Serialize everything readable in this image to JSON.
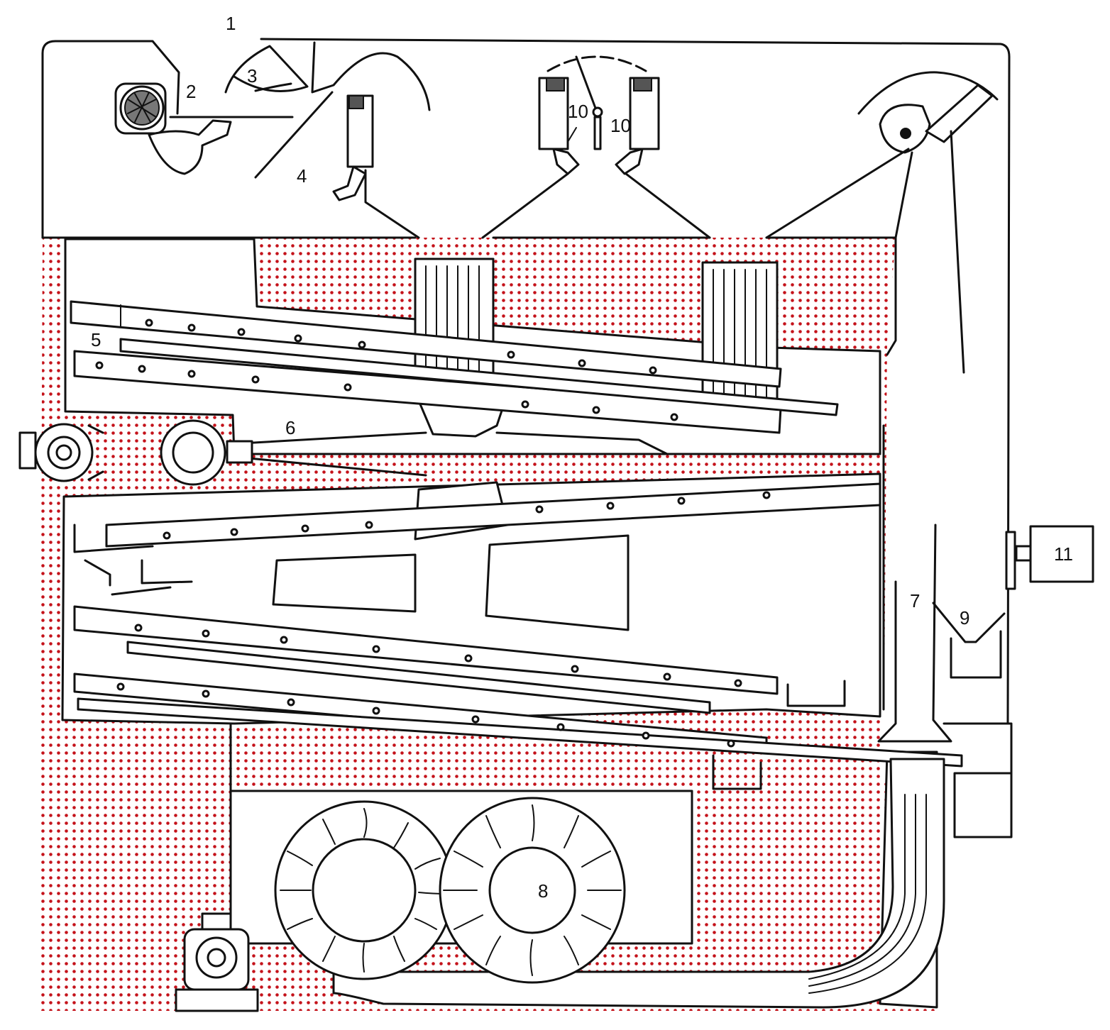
{
  "colors": {
    "dot": "#c4121a",
    "line": "#111111",
    "background": "#ffffff"
  },
  "labels": {
    "l1": "1",
    "l2": "2",
    "l3": "3",
    "l4": "4",
    "l5": "5",
    "l6": "6",
    "l7": "7",
    "l8": "8",
    "l9": "9",
    "l10a": "10",
    "l10b": "10",
    "l11": "11"
  }
}
